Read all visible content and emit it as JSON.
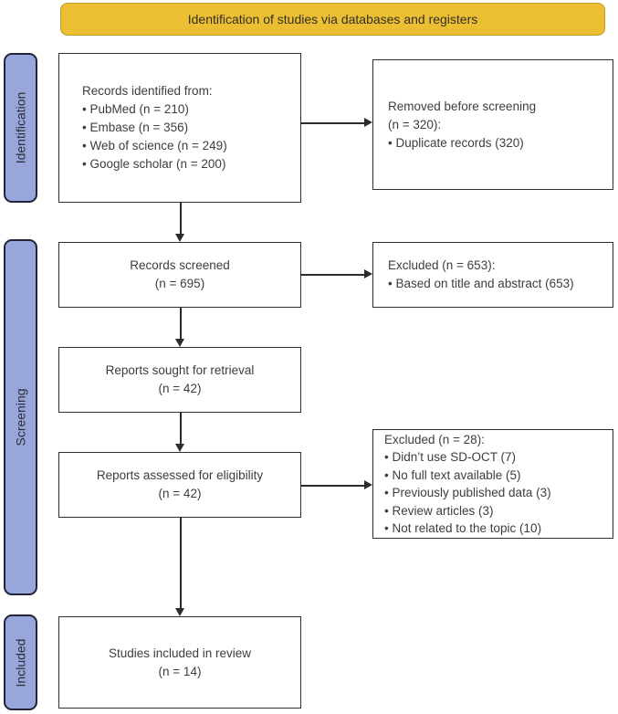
{
  "banner": {
    "label": "Identification of studies via databases and registers"
  },
  "stages": {
    "identification": "Identification",
    "screening": "Screening",
    "included": "Included"
  },
  "boxes": {
    "records_identified": {
      "title": "Records identified from:",
      "items": [
        "• PubMed (n = 210)",
        "• Embase (n = 356)",
        "• Web of science (n = 249)",
        "• Google scholar (n = 200)"
      ]
    },
    "removed_before_screening": {
      "line1": "Removed before screening",
      "line2": "(n = 320):",
      "items": [
        "• Duplicate records (320)"
      ]
    },
    "records_screened": {
      "line1": "Records screened",
      "line2": "(n = 695)"
    },
    "excluded_title_abstract": {
      "title": "Excluded (n = 653):",
      "items": [
        "• Based on title and abstract (653)"
      ]
    },
    "reports_sought": {
      "line1": "Reports sought for retrieval",
      "line2": "(n = 42)"
    },
    "reports_assessed": {
      "line1": "Reports assessed for eligibility",
      "line2": "(n = 42)"
    },
    "excluded_eligibility": {
      "title": "Excluded (n = 28):",
      "items": [
        "• Didn’t use SD-OCT (7)",
        "• No full text available (5)",
        "• Previously published data (3)",
        "• Review articles (3)",
        "• Not related to the topic (10)"
      ]
    },
    "studies_included": {
      "line1": "Studies included in review",
      "line2": "(n = 14)"
    }
  },
  "colors": {
    "banner_fill": "#ecbe31",
    "banner_border": "#bf9b25",
    "stage_fill": "#98a6db",
    "stage_border": "#23233a",
    "box_border": "#2e2e2e",
    "arrow": "#2b2b2b",
    "text": "#3d3d3d"
  }
}
